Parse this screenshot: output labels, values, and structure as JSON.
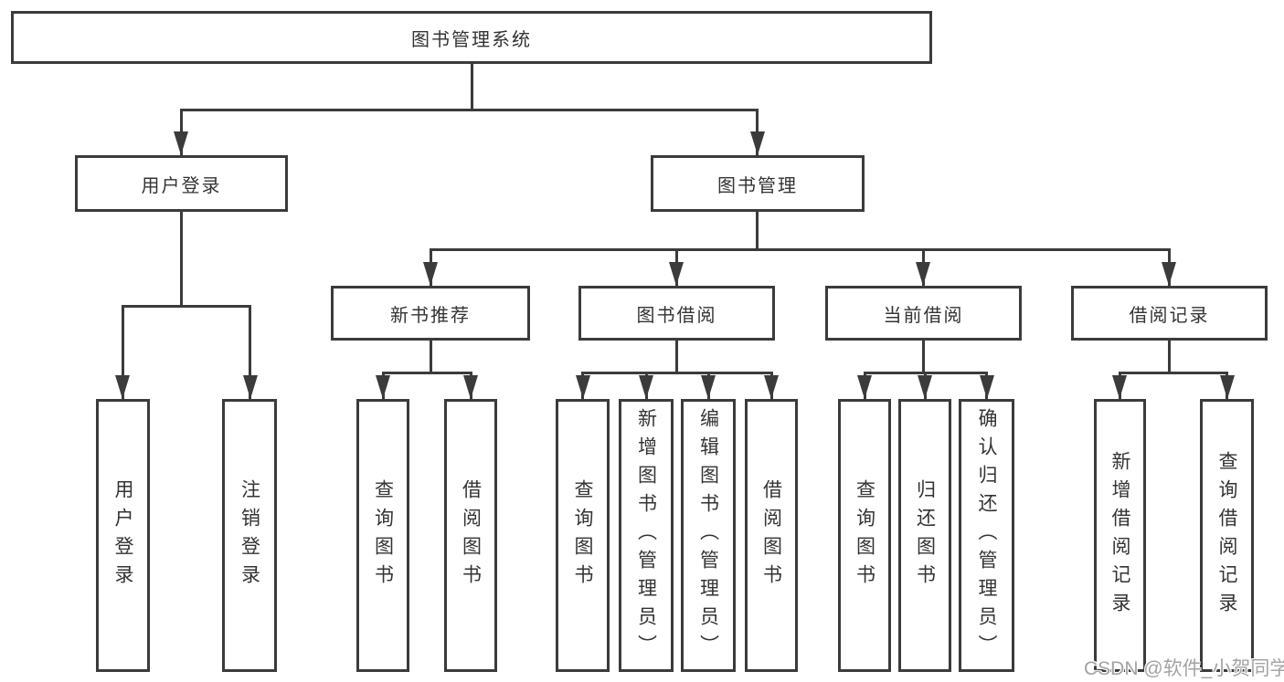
{
  "diagram": {
    "root": {
      "label": "图书管理系统"
    },
    "level2": [
      {
        "label": "用户登录"
      },
      {
        "label": "图书管理"
      }
    ],
    "level3": [
      {
        "label": "新书推荐"
      },
      {
        "label": "图书借阅"
      },
      {
        "label": "当前借阅"
      },
      {
        "label": "借阅记录"
      }
    ],
    "leaves": {
      "user_login": [
        "用户登录",
        "注销登录"
      ],
      "new_books": [
        "查询图书",
        "借阅图书"
      ],
      "book_borrow": [
        "查询图书",
        "新增图书（管理员）",
        "编辑图书（管理员）",
        "借阅图书"
      ],
      "current_borrow": [
        "查询图书",
        "归还图书",
        "确认归还（管理员）"
      ],
      "borrow_records": [
        "新增借阅记录",
        "查询借阅记录"
      ]
    }
  },
  "watermark": {
    "text": "CSDN @软件_小贺同学"
  },
  "colors": {
    "line": "#3b3b3b",
    "text": "#333333",
    "watermark": "#a3a3a3",
    "background": "#ffffff"
  }
}
